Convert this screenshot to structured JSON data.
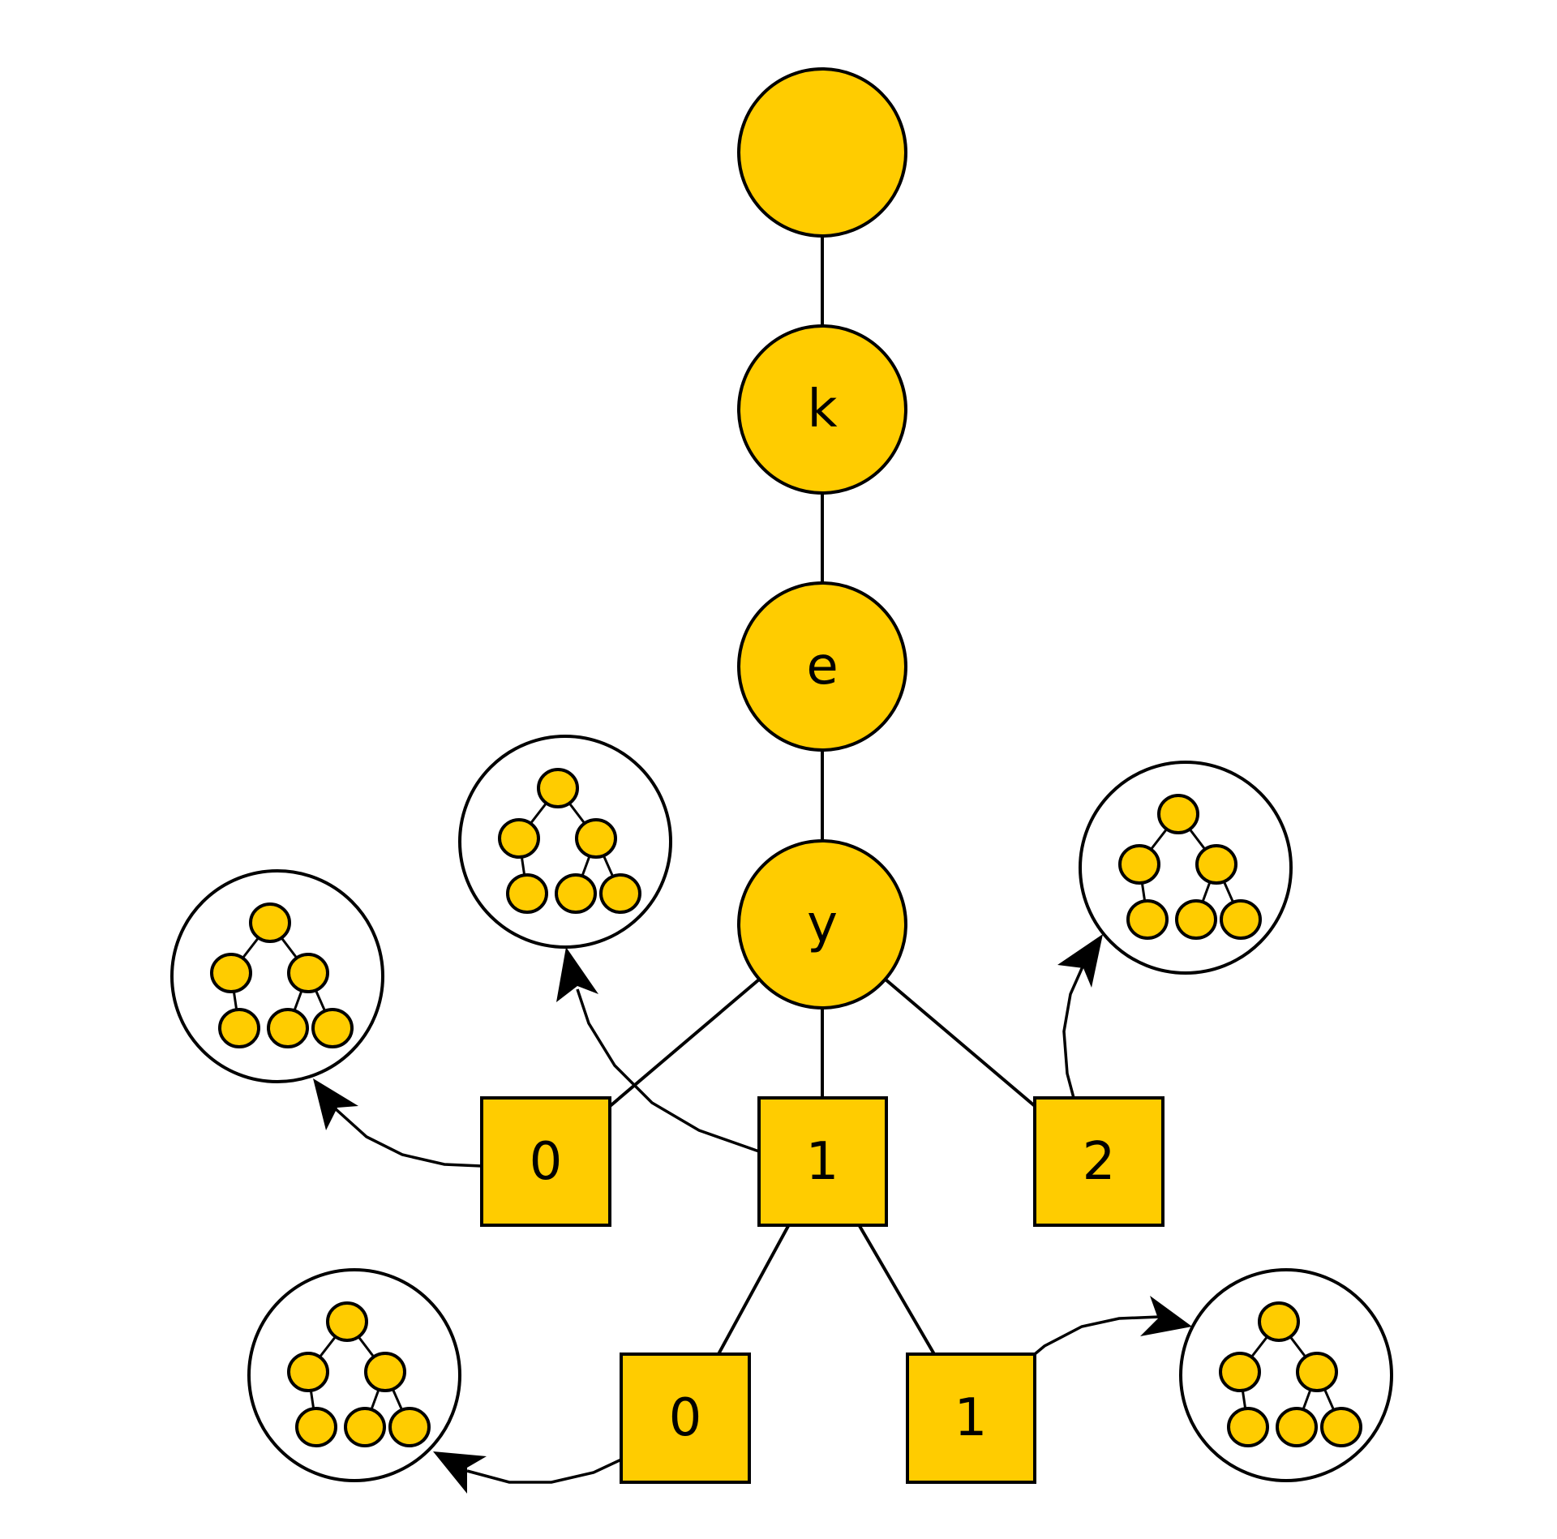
{
  "colors": {
    "node_fill": "#ffcc00",
    "stroke": "#000000",
    "background": "#ffffff"
  },
  "trie": {
    "root": {
      "label": ""
    },
    "chain": [
      {
        "label": "k"
      },
      {
        "label": "e"
      },
      {
        "label": "y"
      }
    ],
    "index_level_1": [
      {
        "label": "0"
      },
      {
        "label": "1"
      },
      {
        "label": "2"
      }
    ],
    "index_level_2": [
      {
        "label": "0"
      },
      {
        "label": "1"
      }
    ]
  }
}
